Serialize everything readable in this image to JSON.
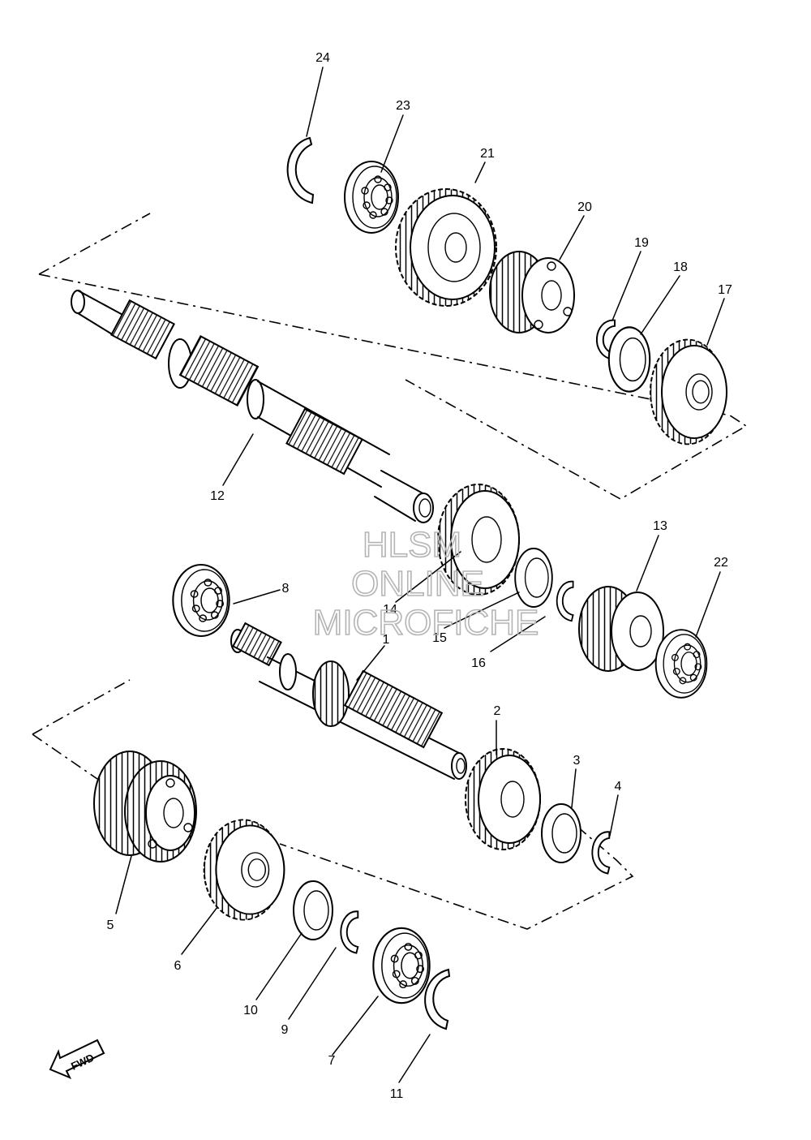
{
  "callouts": [
    {
      "id": "24",
      "label": "24"
    },
    {
      "id": "23",
      "label": "23"
    },
    {
      "id": "21",
      "label": "21"
    },
    {
      "id": "20",
      "label": "20"
    },
    {
      "id": "19",
      "label": "19"
    },
    {
      "id": "18",
      "label": "18"
    },
    {
      "id": "17",
      "label": "17"
    },
    {
      "id": "12",
      "label": "12"
    },
    {
      "id": "13",
      "label": "13"
    },
    {
      "id": "22",
      "label": "22"
    },
    {
      "id": "8",
      "label": "8"
    },
    {
      "id": "14",
      "label": "14"
    },
    {
      "id": "15",
      "label": "15"
    },
    {
      "id": "16",
      "label": "16"
    },
    {
      "id": "1",
      "label": "1"
    },
    {
      "id": "2",
      "label": "2"
    },
    {
      "id": "3",
      "label": "3"
    },
    {
      "id": "4",
      "label": "4"
    },
    {
      "id": "5",
      "label": "5"
    },
    {
      "id": "6",
      "label": "6"
    },
    {
      "id": "10",
      "label": "10"
    },
    {
      "id": "9",
      "label": "9"
    },
    {
      "id": "7",
      "label": "7"
    },
    {
      "id": "11",
      "label": "11"
    }
  ],
  "watermark": {
    "line1": "HLSM",
    "line2": "ONLINE",
    "line3": "MICROFICHE",
    "color": "#b4b4b4"
  },
  "direction_arrow": {
    "label": "FWD"
  }
}
